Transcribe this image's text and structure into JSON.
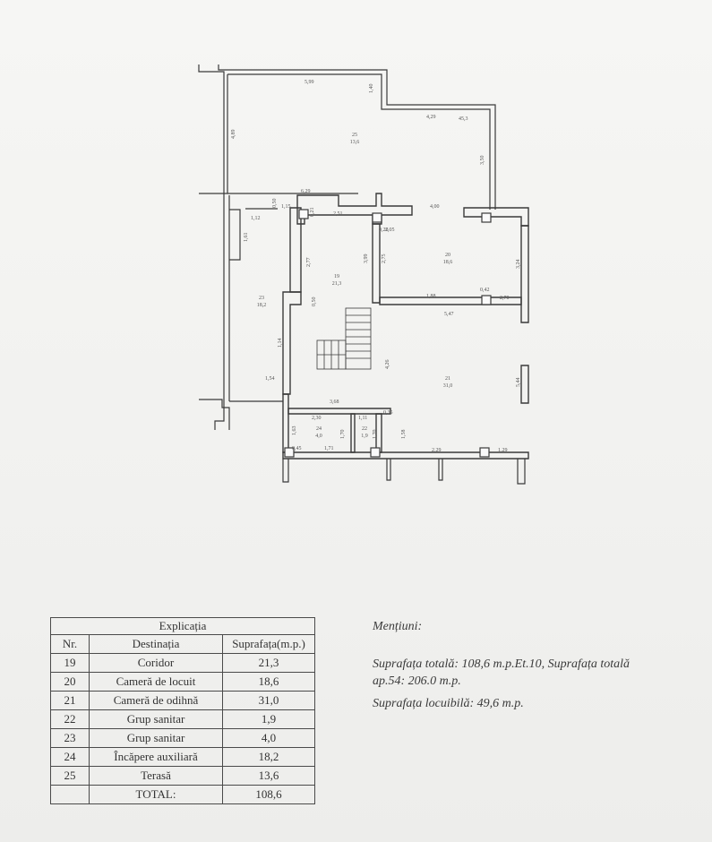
{
  "plan": {
    "rooms": [
      {
        "id": "25",
        "area": "13,6"
      },
      {
        "id": "19",
        "area": "21,3"
      },
      {
        "id": "20",
        "area": "18,6"
      },
      {
        "id": "21",
        "area": "31,0"
      },
      {
        "id": "23",
        "area": "18,2"
      },
      {
        "id": "24",
        "area": "4,0"
      },
      {
        "id": "22",
        "area": "1,9"
      }
    ],
    "dimensions": [
      "5,99",
      "1,40",
      "4,29",
      "45,3",
      "3,50",
      "4,89",
      "6,29",
      "1,15",
      "0,50",
      "1,12",
      "1,61",
      "0,21",
      "2,51",
      "4,00",
      "0,26",
      "2,05",
      "2,77",
      "3,99",
      "2,75",
      "3,24",
      "0,50",
      "1,88",
      "0,42",
      "2,70",
      "5,47",
      "4,26",
      "5,44",
      "1,14",
      "1,54",
      "3,68",
      "2,30",
      "1,11",
      "0,35",
      "1,63",
      "1,70",
      "1,70",
      "1,58",
      "0,45",
      "1,71",
      "2,29",
      "1,29"
    ]
  },
  "legend": {
    "caption": "Explicația",
    "headers": [
      "Nr.",
      "Destinația",
      "Suprafața(m.p.)"
    ],
    "rows": [
      {
        "nr": "19",
        "dest": "Coridor",
        "area": "21,3"
      },
      {
        "nr": "20",
        "dest": "Cameră de locuit",
        "area": "18,6"
      },
      {
        "nr": "21",
        "dest": "Cameră de odihnă",
        "area": "31,0"
      },
      {
        "nr": "22",
        "dest": "Grup sanitar",
        "area": "1,9"
      },
      {
        "nr": "23",
        "dest": "Grup sanitar",
        "area": "4,0"
      },
      {
        "nr": "24",
        "dest": "Încăpere auxiliară",
        "area": "18,2"
      },
      {
        "nr": "25",
        "dest": "Terasă",
        "area": "13,6"
      }
    ],
    "total_label": "TOTAL:",
    "total_value": "108,6"
  },
  "notes": {
    "title": "Mențiuni:",
    "line1": "Suprafața totală: 108,6 m.p.Et.10, Suprafața totală",
    "line2": "ap.54: 206.0 m.p.",
    "line3": "Suprafața locuibilă: 49,6 m.p."
  }
}
